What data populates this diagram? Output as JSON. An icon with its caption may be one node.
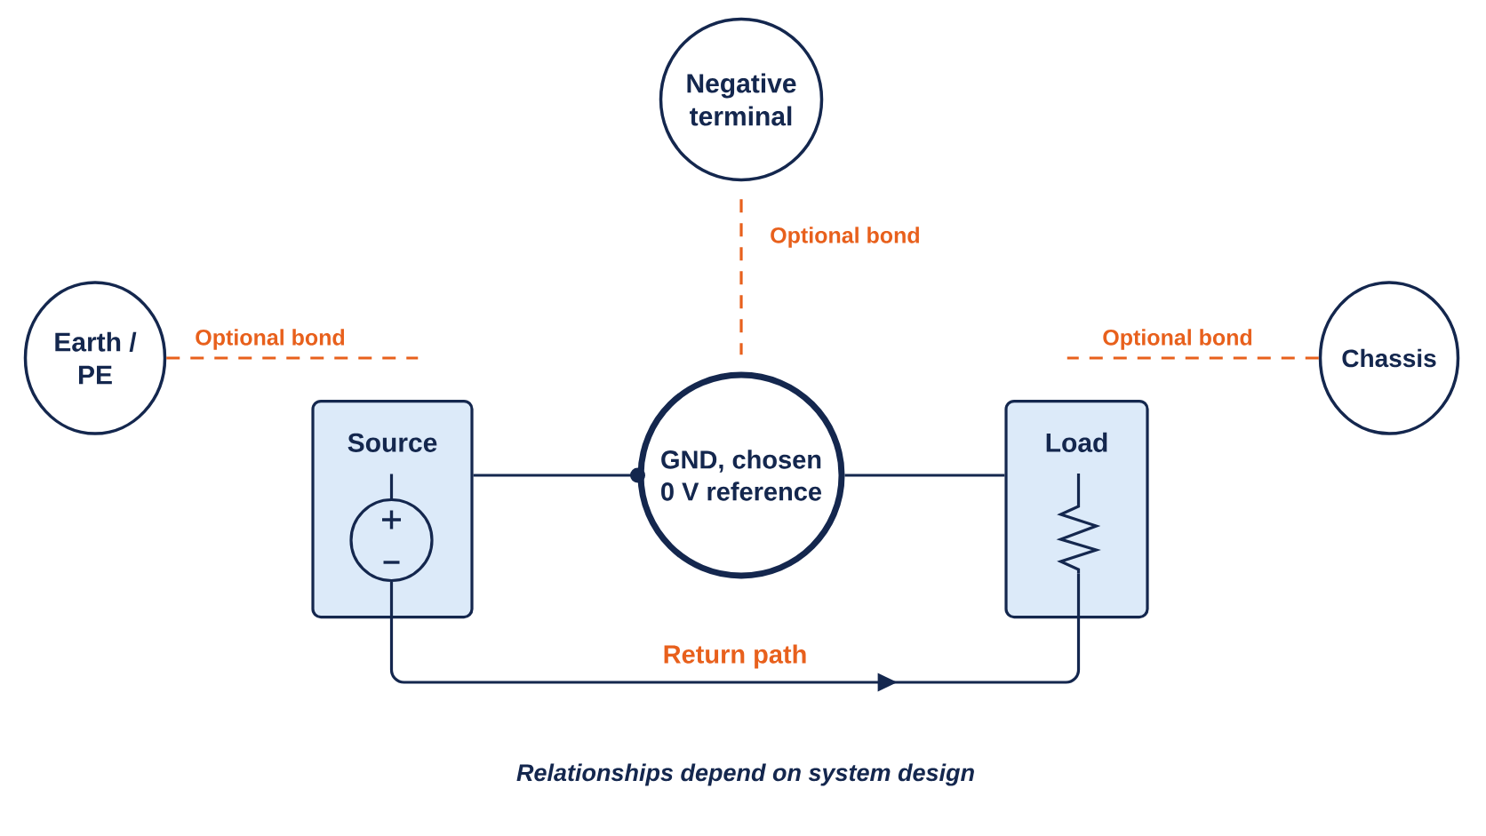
{
  "diagram": {
    "caption": "Relationships depend on system design",
    "nodes": [
      {
        "text": [
          "Negative terminal"
        ]
      },
      {
        "text": [
          "Earth / PE"
        ]
      },
      {
        "text": [
          "Chassis"
        ]
      },
      {
        "text": [
          "Source"
        ]
      },
      {
        "text": [],
        "shape": "circle",
        "in": 3
      },
      {
        "text": [
          "GND, chosen 0 V reference"
        ]
      },
      {
        "text": [
          "Load"
        ]
      },
      {
        "text": [],
        "shape": "picture",
        "in": 6
      }
    ],
    "edges": [
      {
        "from": 0,
        "to": 5,
        "arrow": "none",
        "style": "dashed",
        "color": "#e8601c",
        "label": "Optional bond"
      },
      {
        "from": 1,
        "to": null,
        "arrow": "none",
        "style": "dashed",
        "color": "#e8601c",
        "label": "Optional bond"
      },
      {
        "from": 2,
        "to": null,
        "arrow": "none",
        "style": "dashed",
        "color": "#e8601c",
        "label": "Optional bond"
      },
      {
        "from": 3,
        "to": 5,
        "arrow": "other",
        "color": "#14274e"
      },
      {
        "from": 5,
        "to": 6,
        "arrow": "none",
        "color": "#14274e"
      },
      {
        "from": 4,
        "to": 7,
        "arrow": "to",
        "color": "#14274e",
        "label": "Return path"
      }
    ]
  }
}
